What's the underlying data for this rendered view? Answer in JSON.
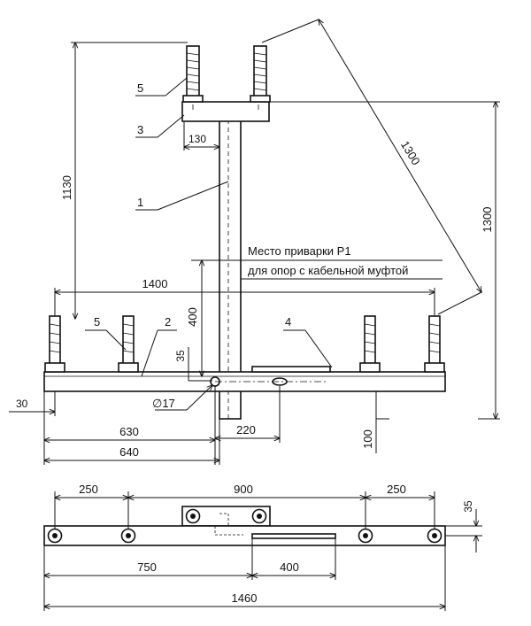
{
  "labels": {
    "callout_1": "1",
    "callout_2": "2",
    "callout_3": "3",
    "callout_4": "4",
    "callout_5_top": "5",
    "callout_5_left": "5"
  },
  "notes": {
    "weld_line1": "Место приварки Р1",
    "weld_line2": "для опор с кабельной муфтой",
    "diameter": "∅17"
  },
  "dims_front": {
    "d_1130": "1130",
    "d_1300_diag": "1300",
    "d_1300_right": "1300",
    "d_130": "130",
    "d_1400": "1400",
    "d_400": "400",
    "d_35": "35",
    "d_30": "30",
    "d_630": "630",
    "d_640": "640",
    "d_220": "220",
    "d_100": "100"
  },
  "dims_plan": {
    "d_250_left": "250",
    "d_900": "900",
    "d_250_right": "250",
    "d_35": "35",
    "d_750": "750",
    "d_400": "400",
    "d_1460": "1460"
  }
}
